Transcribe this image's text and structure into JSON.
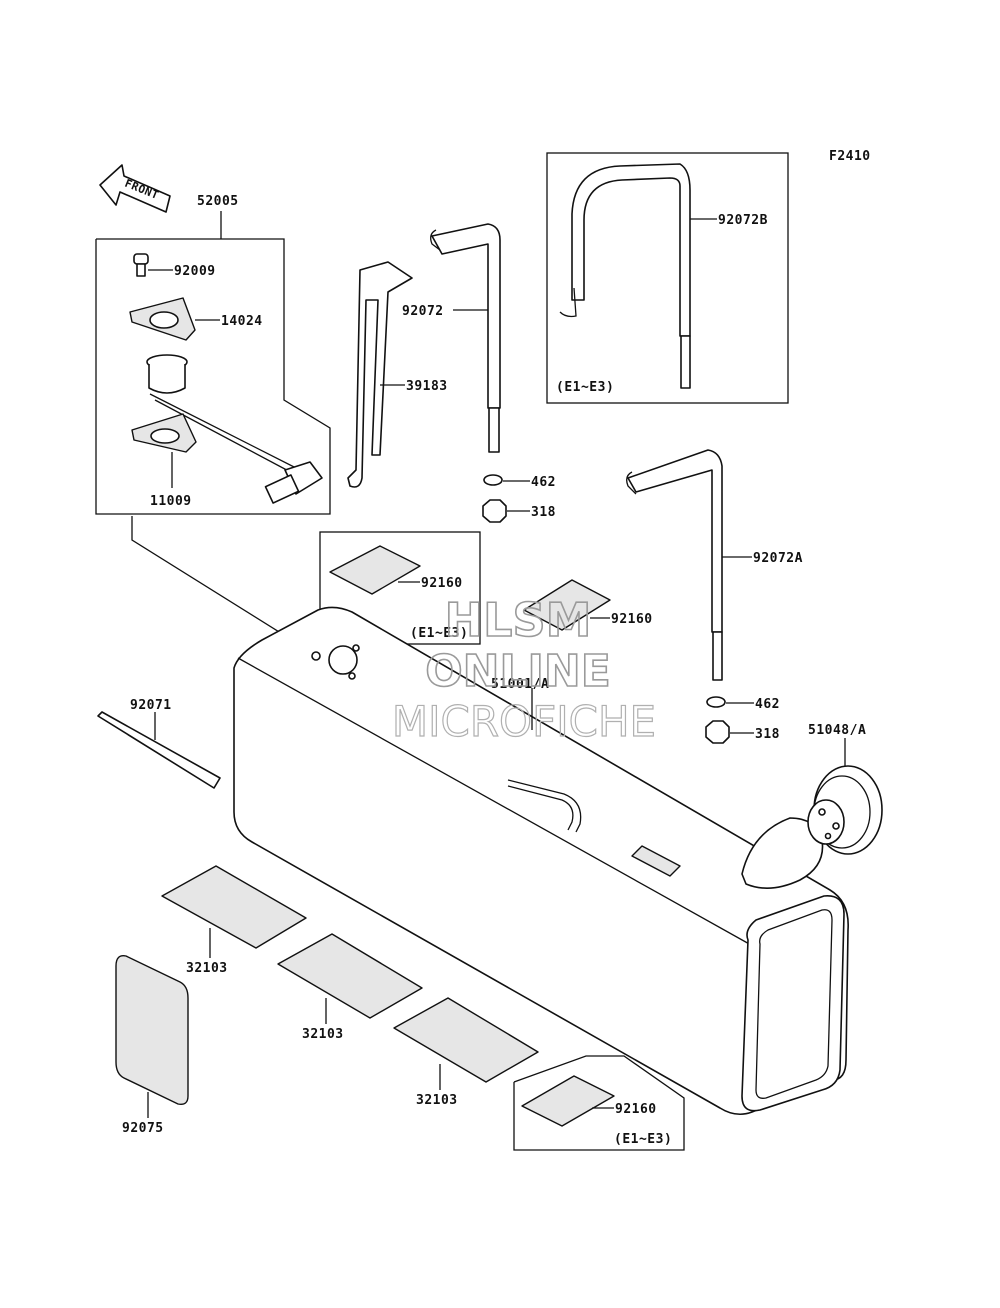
{
  "figure_code": "F2410",
  "front_label": "FRONT",
  "assembly_label": "52005",
  "group_note": "(E1~E3)",
  "parts": {
    "bolt": "92009",
    "plate": "14024",
    "gauge": "11009",
    "stay": "39183",
    "band": "92072",
    "band_b": "92072B",
    "band_a": "92072A",
    "washer_1": "462",
    "nut_1": "318",
    "washer_2": "462",
    "nut_2": "318",
    "pad_top": "92160",
    "pad_mid": "92160",
    "pad_bottom": "92160",
    "tank": "51001/A",
    "cap": "51048/A",
    "strap": "92071",
    "pad_1": "32103",
    "pad_2": "32103",
    "pad_3": "32103",
    "pad_side": "92075"
  },
  "watermark": {
    "line1": "HLSM",
    "line2": "ONLINE",
    "line3": "MICROFICHE"
  }
}
